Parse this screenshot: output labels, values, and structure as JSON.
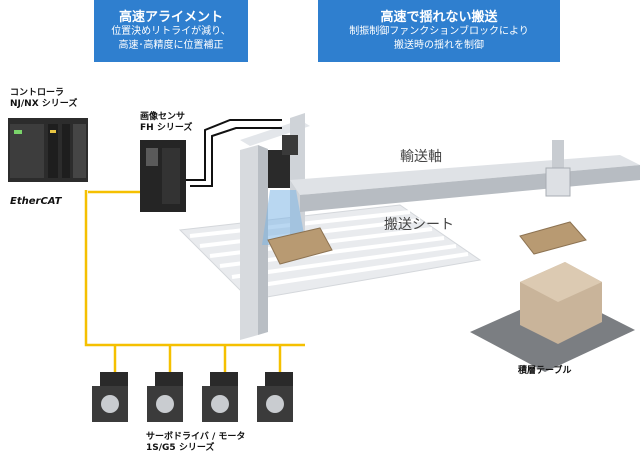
{
  "banner_alignment": {
    "title": "高速アライメント",
    "line1": "位置決めリトライが減り、",
    "line2": "高速･高精度に位置補正"
  },
  "banner_transfer": {
    "title": "高速で揺れない搬送",
    "line1": "制振制御ファンクションブロックにより",
    "line2": "搬送時の揺れを制御"
  },
  "controller": {
    "line1": "コントローラ",
    "line2": "NJ/NX シリーズ"
  },
  "fieldbus": "EtherCAT",
  "vision": {
    "line1": "画像センサ",
    "line2": "FH シリーズ"
  },
  "axis_label": "輸送軸",
  "sheet_label": "搬送シート",
  "table_label": "積層テーブル",
  "servo": {
    "line1": "サーボドライバ / モータ",
    "line2": "1S/G5 シリーズ"
  },
  "colors": {
    "banner": "#2f7fcf",
    "cable": "#f5c000",
    "frame": "#cfd3d8"
  }
}
